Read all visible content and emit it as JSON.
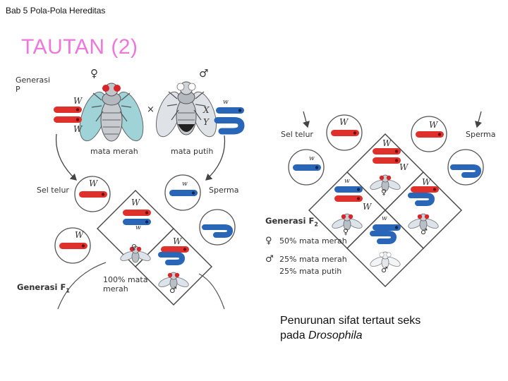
{
  "header": "Bab 5 Pola-Pola Hereditas",
  "title": "TAUTAN (2)",
  "left": {
    "generasi_p": [
      "Generasi",
      "P"
    ],
    "female_symbol": "♀",
    "male_symbol": "♂",
    "cross": "×",
    "allele_W": "W",
    "allele_w": "w",
    "X": "X",
    "Y": "Y",
    "mata_merah": "mata merah",
    "mata_putih": "mata putih",
    "sel_telur": "Sel telur",
    "sperma": "Sperma",
    "f1_hundred": [
      "100% mata",
      "merah"
    ],
    "generasi_f1": "Generasi F",
    "f1_sub": "1"
  },
  "right": {
    "sel_telur": "Sel telur",
    "sperma": "Sperma",
    "generasi_f2": "Generasi F",
    "f2_sub": "2",
    "allele_W": "W",
    "allele_w": "w",
    "female_symbol": "♀",
    "male_symbol": "♂",
    "legend": [
      {
        "symbol": "♀",
        "text": "50% mata merah"
      },
      {
        "symbol": "♂",
        "text": "25% mata merah"
      },
      {
        "symbol": "",
        "text": "25% mata putih"
      }
    ]
  },
  "caption": {
    "line1": "Penurunan sifat tertaut seks",
    "line2_pre": "pada ",
    "line2_em": "Drosophila"
  },
  "colors": {
    "red": "#e0302c",
    "blue": "#2a66b8",
    "title": "#ee77dd"
  }
}
